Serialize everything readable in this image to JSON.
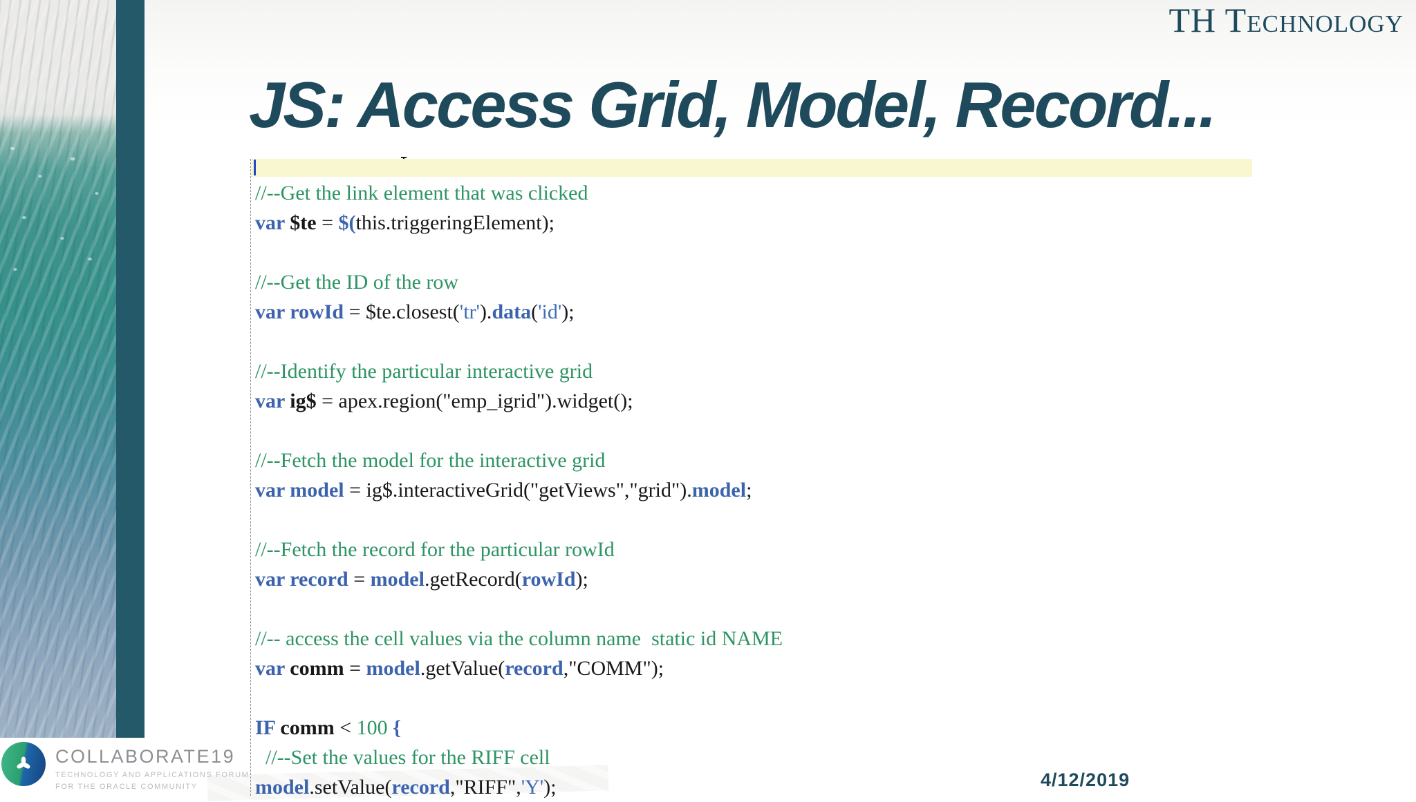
{
  "brand": {
    "th_logo": "TH Technology",
    "collaborate": {
      "name": "COLLABORATE",
      "year": "19",
      "tagline1": "TECHNOLOGY AND APPLICATIONS FORUM",
      "tagline2": "FOR THE ORACLE COMMUNITY"
    }
  },
  "slide": {
    "title": "JS: Access Grid, Model, Record...",
    "date": "4/12/2019"
  },
  "colors": {
    "accent_teal": "#1e4a5c",
    "stripe_teal": "#235969",
    "comment_green": "#2d9464",
    "code_blue": "#3c63ad",
    "string_blue": "#3c6cb4",
    "highlight_yellow": "#f9f7d0",
    "caret_blue": "#2346c8",
    "collab_gray": "#8c8f93",
    "collab_light_gray": "#b9bcbe"
  },
  "code": {
    "lines": [
      {
        "segments": [
          {
            "t": "//--Get the link element that was clicked",
            "c": "c"
          }
        ]
      },
      {
        "segments": [
          {
            "t": "var ",
            "c": "k"
          },
          {
            "t": "$te ",
            "c": "pb"
          },
          {
            "t": "= ",
            "c": "p"
          },
          {
            "t": "$(",
            "c": "k"
          },
          {
            "t": "this.triggeringElement);",
            "c": "p"
          }
        ]
      },
      {
        "segments": []
      },
      {
        "segments": [
          {
            "t": "//--Get the ID of the row",
            "c": "c"
          }
        ]
      },
      {
        "segments": [
          {
            "t": "var rowId ",
            "c": "k"
          },
          {
            "t": "= $te.closest(",
            "c": "p"
          },
          {
            "t": "'tr'",
            "c": "s"
          },
          {
            "t": ").",
            "c": "p"
          },
          {
            "t": "data",
            "c": "k"
          },
          {
            "t": "(",
            "c": "p"
          },
          {
            "t": "'id'",
            "c": "s"
          },
          {
            "t": ");",
            "c": "p"
          }
        ]
      },
      {
        "segments": []
      },
      {
        "segments": [
          {
            "t": "//--Identify the particular interactive grid",
            "c": "c"
          }
        ]
      },
      {
        "segments": [
          {
            "t": "var ",
            "c": "k"
          },
          {
            "t": "ig$ ",
            "c": "pb"
          },
          {
            "t": "= apex.region(\"emp_igrid\").widget();",
            "c": "p"
          }
        ]
      },
      {
        "segments": []
      },
      {
        "segments": [
          {
            "t": "//--Fetch the model for the interactive grid",
            "c": "c"
          }
        ]
      },
      {
        "segments": [
          {
            "t": "var model ",
            "c": "k"
          },
          {
            "t": "= ig$.interactiveGrid(\"getViews\",\"grid\").",
            "c": "p"
          },
          {
            "t": "model",
            "c": "k"
          },
          {
            "t": ";",
            "c": "p"
          }
        ]
      },
      {
        "segments": []
      },
      {
        "segments": [
          {
            "t": "//--Fetch the record for the particular rowId",
            "c": "c"
          }
        ]
      },
      {
        "segments": [
          {
            "t": "var record ",
            "c": "k"
          },
          {
            "t": "= ",
            "c": "p"
          },
          {
            "t": "model",
            "c": "k"
          },
          {
            "t": ".getRecord(",
            "c": "p"
          },
          {
            "t": "rowId",
            "c": "k"
          },
          {
            "t": ");",
            "c": "p"
          }
        ]
      },
      {
        "segments": []
      },
      {
        "segments": [
          {
            "t": "//-- access the cell values via the column name  static id NAME",
            "c": "c"
          }
        ]
      },
      {
        "segments": [
          {
            "t": "var ",
            "c": "k"
          },
          {
            "t": "comm ",
            "c": "pb"
          },
          {
            "t": "= ",
            "c": "p"
          },
          {
            "t": "model",
            "c": "k"
          },
          {
            "t": ".getValue(",
            "c": "p"
          },
          {
            "t": "record",
            "c": "k"
          },
          {
            "t": ",\"COMM\");",
            "c": "p"
          }
        ]
      },
      {
        "segments": []
      },
      {
        "segments": [
          {
            "t": "IF ",
            "c": "k"
          },
          {
            "t": "comm ",
            "c": "pb"
          },
          {
            "t": "< ",
            "c": "p"
          },
          {
            "t": "100",
            "c": "g"
          },
          {
            "t": " ",
            "c": "p"
          },
          {
            "t": "{",
            "c": "k"
          }
        ]
      },
      {
        "segments": [
          {
            "t": "  //--Set the values for the RIFF cell",
            "c": "c"
          }
        ]
      },
      {
        "segments": [
          {
            "t": "model",
            "c": "k"
          },
          {
            "t": ".setValue(",
            "c": "p"
          },
          {
            "t": "record",
            "c": "k"
          },
          {
            "t": ",\"RIFF\",",
            "c": "p"
          },
          {
            "t": "'Y'",
            "c": "s"
          },
          {
            "t": ");",
            "c": "p"
          }
        ]
      }
    ]
  }
}
